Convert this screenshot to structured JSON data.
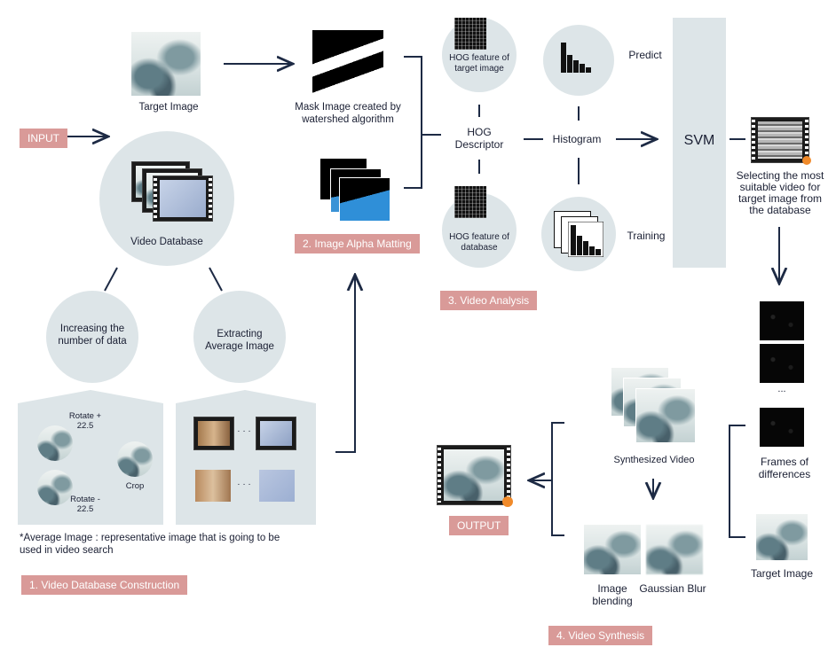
{
  "labels": {
    "target_image": "Target Image",
    "mask_image": "Mask Image created by watershed algorithm",
    "input": "INPUT",
    "video_database": "Video Database",
    "increasing": "Increasing the number of data",
    "extracting": "Extracting Average Image",
    "rotate_plus": "Rotate + 22.5",
    "rotate_minus": "Rotate - 22.5",
    "crop": "Crop",
    "dots": "· · ·",
    "footnote": "*Average Image : representative image that is going to be used in video search",
    "hog_target": "HOG feature of target image",
    "hog_descriptor": "HOG Descriptor",
    "hog_database": "HOG feature of database",
    "histogram": "Histogram",
    "predict": "Predict",
    "training": "Training",
    "svm": "SVM",
    "selecting": "Selecting the most suitable video for target image from the database",
    "ellipsis": "...",
    "frames_of_differences": "Frames of differences",
    "target_image_2": "Target Image",
    "synthesized_video": "Synthesized Video",
    "image_blending": "Image blending",
    "gaussian_blur": "Gaussian Blur",
    "output": "OUTPUT"
  },
  "stages": {
    "s1": "1. Video Database Construction",
    "s2": "2. Image Alpha Matting",
    "s3": "3. Video Analysis",
    "s4": "4. Video Synthesis"
  },
  "colors": {
    "accent": "#d99a98",
    "circle": "#dde5e8",
    "line": "#1d2a44",
    "svm": "#dde5e8"
  }
}
